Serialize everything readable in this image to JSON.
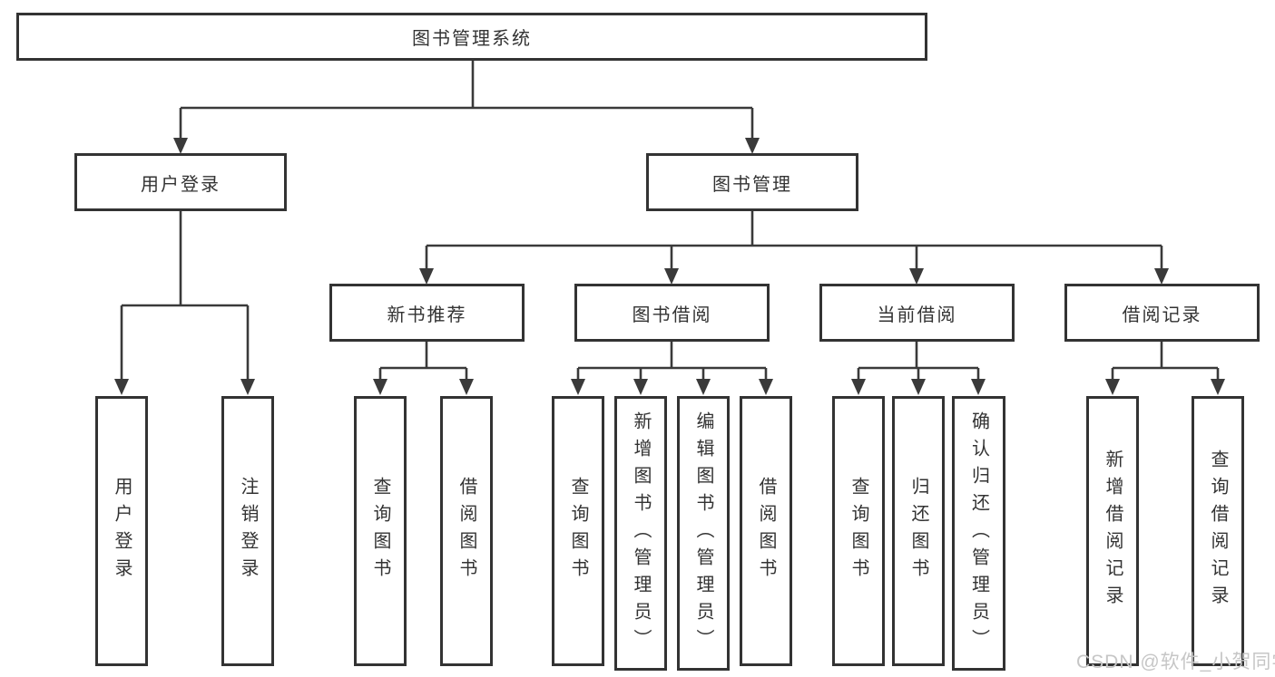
{
  "diagram": {
    "root": {
      "label": "图书管理系统"
    },
    "level2": [
      {
        "label": "用户登录"
      },
      {
        "label": "图书管理"
      }
    ],
    "level3": [
      {
        "label": "新书推荐"
      },
      {
        "label": "图书借阅"
      },
      {
        "label": "当前借阅"
      },
      {
        "label": "借阅记录"
      }
    ],
    "leaves": {
      "user_login": [
        "用户登录",
        "注销登录"
      ],
      "new_book_rec": [
        "查询图书",
        "借阅图书"
      ],
      "book_borrowing": [
        "查询图书",
        "新增图书（管理员）",
        "编辑图书（管理员）",
        "借阅图书"
      ],
      "current_borrowing": [
        "查询图书",
        "归还图书",
        "确认归还（管理员）"
      ],
      "borrowing_records": [
        "新增借阅记录",
        "查询借阅记录"
      ]
    },
    "colors": {
      "border": "#333333",
      "line": "#3a3a3a",
      "text": "#333333",
      "background": "#ffffff",
      "watermark": "#c6c6c6"
    }
  },
  "watermark": {
    "text": "CSDN @软件_小贺同学"
  }
}
